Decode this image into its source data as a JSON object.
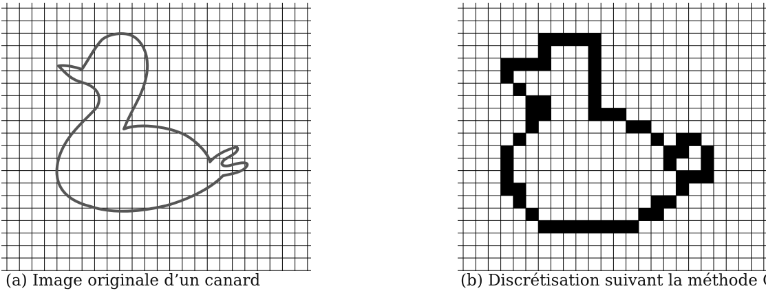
{
  "figure_a": {
    "caption": "(a)  Image originale d’un canard",
    "grid_cells": 24,
    "outline_color": "#555555"
  },
  "figure_b": {
    "caption": "(b)  Discrétisation suivant la méthode OBQ",
    "grid_cells": 24,
    "pixel_color": "#000000",
    "filled_cells": [
      [
        6,
        2
      ],
      [
        7,
        2
      ],
      [
        8,
        2
      ],
      [
        9,
        2
      ],
      [
        10,
        2
      ],
      [
        6,
        3
      ],
      [
        10,
        3
      ],
      [
        3,
        4
      ],
      [
        4,
        4
      ],
      [
        5,
        4
      ],
      [
        6,
        4
      ],
      [
        10,
        4
      ],
      [
        3,
        5
      ],
      [
        10,
        5
      ],
      [
        4,
        6
      ],
      [
        10,
        6
      ],
      [
        5,
        7
      ],
      [
        6,
        7
      ],
      [
        10,
        7
      ],
      [
        5,
        8
      ],
      [
        6,
        8
      ],
      [
        10,
        8
      ],
      [
        11,
        8
      ],
      [
        12,
        8
      ],
      [
        5,
        9
      ],
      [
        13,
        9
      ],
      [
        14,
        9
      ],
      [
        4,
        10
      ],
      [
        15,
        10
      ],
      [
        17,
        10
      ],
      [
        18,
        10
      ],
      [
        3,
        11
      ],
      [
        16,
        11
      ],
      [
        17,
        11
      ],
      [
        19,
        11
      ],
      [
        3,
        12
      ],
      [
        16,
        12
      ],
      [
        19,
        12
      ],
      [
        3,
        13
      ],
      [
        17,
        13
      ],
      [
        18,
        13
      ],
      [
        19,
        13
      ],
      [
        3,
        14
      ],
      [
        4,
        14
      ],
      [
        17,
        14
      ],
      [
        4,
        15
      ],
      [
        15,
        15
      ],
      [
        16,
        15
      ],
      [
        5,
        16
      ],
      [
        14,
        16
      ],
      [
        15,
        16
      ],
      [
        6,
        17
      ],
      [
        7,
        17
      ],
      [
        8,
        17
      ],
      [
        9,
        17
      ],
      [
        10,
        17
      ],
      [
        11,
        17
      ],
      [
        12,
        17
      ],
      [
        13,
        17
      ]
    ]
  }
}
